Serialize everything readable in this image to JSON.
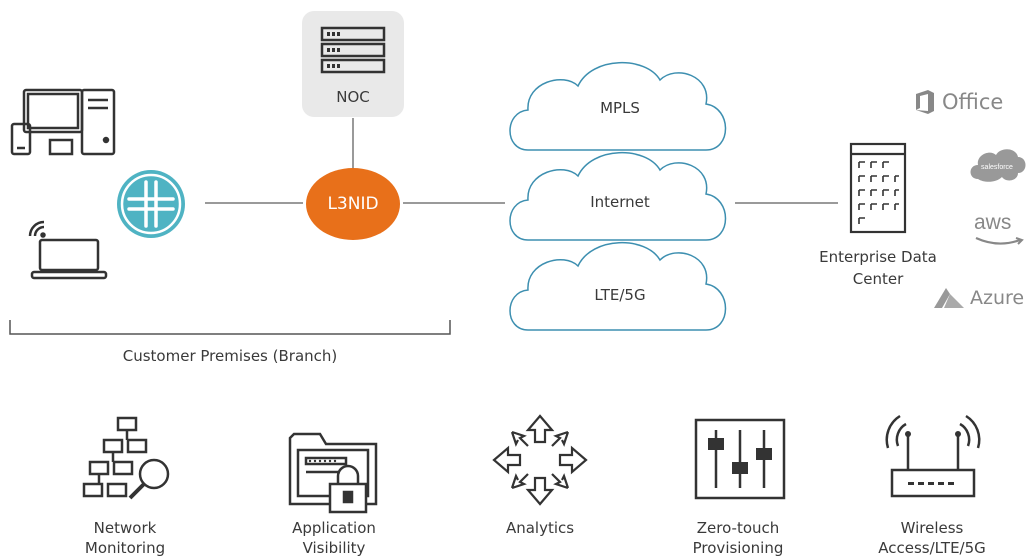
{
  "nodes": {
    "noc": "NOC",
    "l3nid": "L3NID",
    "enterprise_dc": "Enterprise Data Center",
    "customer_premises": "Customer Premises (Branch)"
  },
  "clouds": {
    "mpls": "MPLS",
    "internet": "Internet",
    "lte": "LTE/5G"
  },
  "cloud_apps": {
    "office": "Office",
    "salesforce": "salesforce",
    "aws": "aws",
    "azure": "Azure"
  },
  "features": [
    {
      "label": "Network Monitoring",
      "icon": "network-monitoring-icon"
    },
    {
      "label": "Application Visibility",
      "icon": "application-visibility-icon"
    },
    {
      "label": "Analytics",
      "icon": "analytics-icon"
    },
    {
      "label": "Zero-touch Provisioning",
      "icon": "zero-touch-provisioning-icon"
    },
    {
      "label": "Wireless Access/LTE/5G",
      "icon": "wireless-router-icon"
    }
  ],
  "colors": {
    "router": "#4fb3c3",
    "l3nid": "#e8701a",
    "noc_box": "#e9e9e9",
    "line": "#9a9a9a",
    "icon_stroke": "#333333"
  }
}
